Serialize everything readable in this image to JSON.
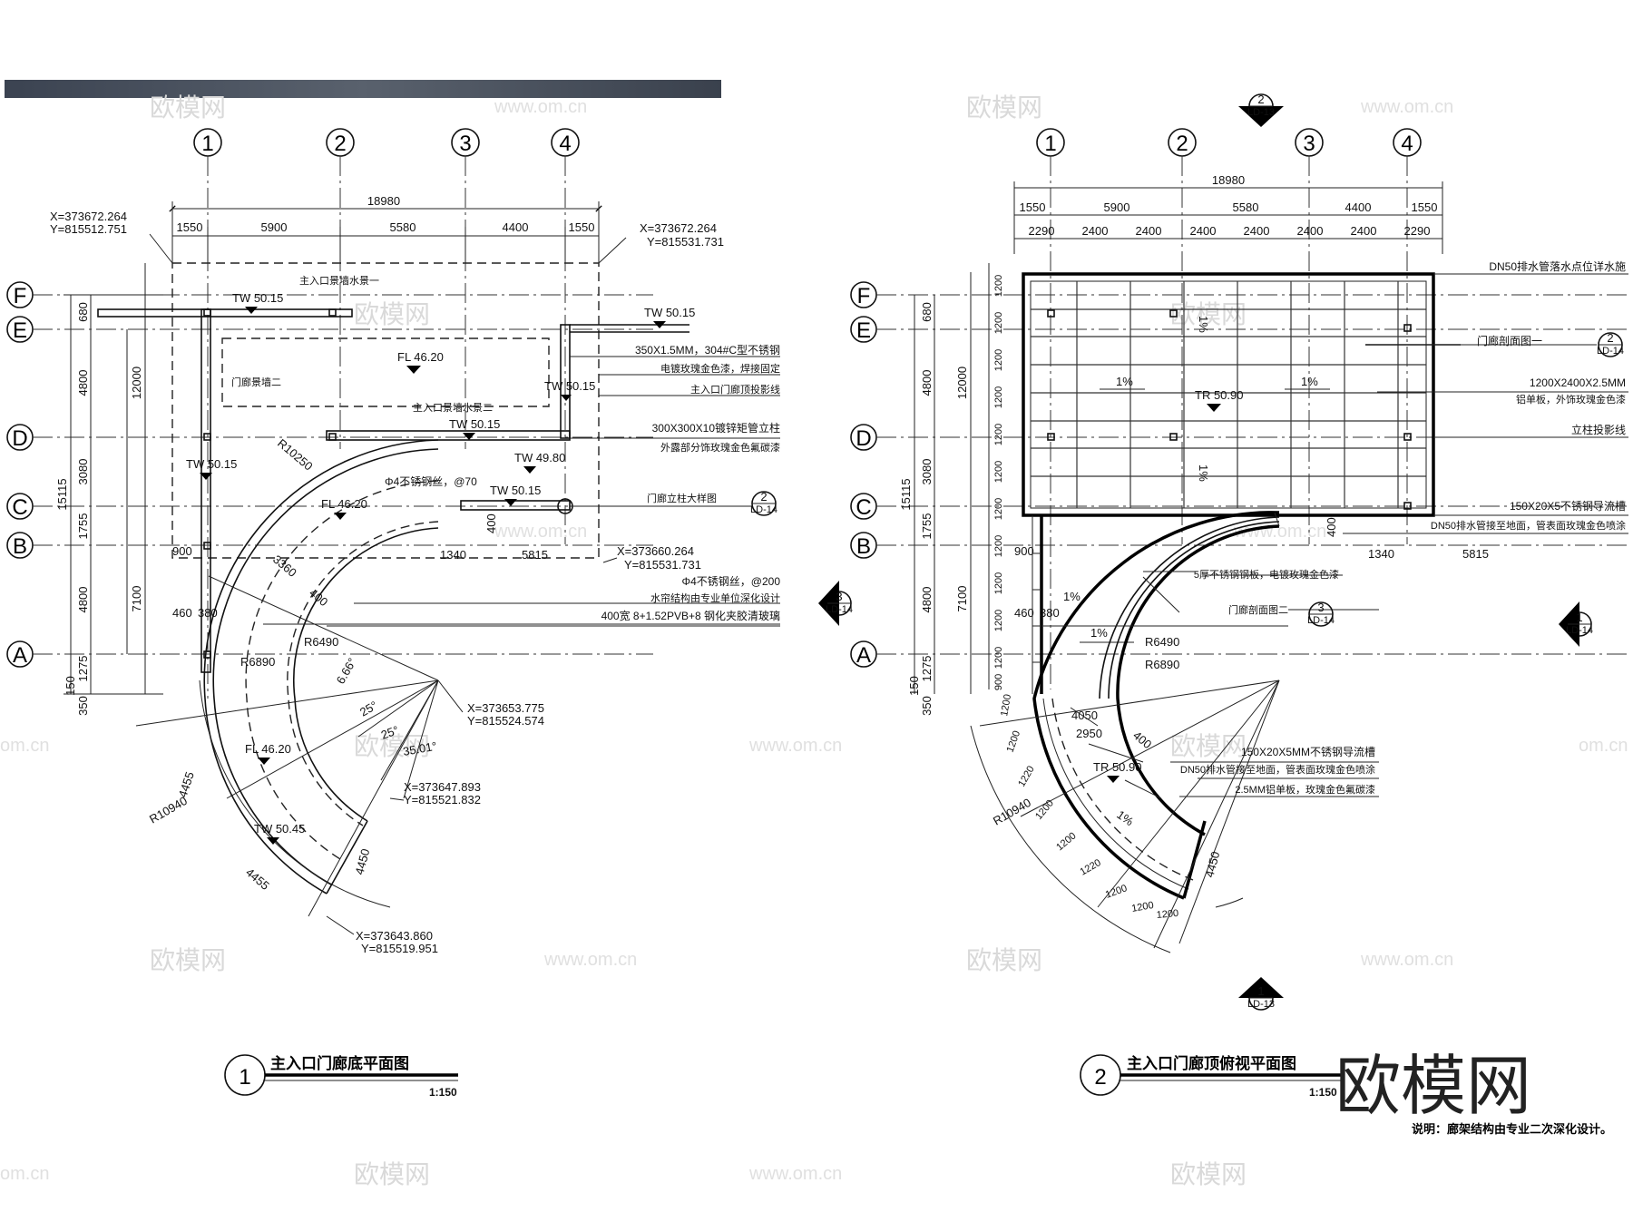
{
  "watermarks": {
    "brand": "欧模网",
    "site": "www.om.cn",
    "site_short": "om.cn"
  },
  "logo": "欧模网",
  "footnote": "说明：廊架结构由专业二次深化设计。",
  "axes": {
    "columns": [
      "1",
      "2",
      "3",
      "4"
    ],
    "rows": [
      "F",
      "E",
      "D",
      "C",
      "B",
      "A"
    ]
  },
  "plan1": {
    "title_number": "1",
    "title": "主入口门廊底平面图",
    "scale": "1:150",
    "dims_top": {
      "overall": "18980",
      "segments": [
        "1550",
        "5900",
        "5580",
        "4400",
        "1550"
      ]
    },
    "dims_left": {
      "outer": "15115",
      "inner": "12000",
      "lower": "7100",
      "segments": [
        "680",
        "4800",
        "3080",
        "1755",
        "4800",
        "1275"
      ],
      "extra": [
        "150",
        "350"
      ]
    },
    "coords": [
      {
        "x": "X=373672.264",
        "y": "Y=815512.751"
      },
      {
        "x": "X=373672.264",
        "y": "Y=815531.731"
      },
      {
        "x": "X=373660.264",
        "y": "Y=815531.731"
      },
      {
        "x": "X=373653.775",
        "y": "Y=815524.574"
      },
      {
        "x": "X=373647.893",
        "y": "Y=815521.832"
      },
      {
        "x": "X=373643.860",
        "y": "Y=815519.951"
      }
    ],
    "levels": [
      "TW 50.15",
      "TW 50.15",
      "FL 46.20",
      "TW 50.15",
      "TW 50.15",
      "TW 50.15",
      "TW 49.80",
      "TW 50.15",
      "FL 46.20",
      "FL 46.20",
      "TW 50.45"
    ],
    "labels": {
      "wall_one": "主入口景墙水景一",
      "wall_two": "门廊景墙二",
      "wall_three": "主入口景墙水景二",
      "r_outer": "R10250",
      "r6890": "R6890",
      "r6490": "R6490",
      "r10940": "R10940",
      "d3360": "3360",
      "d400a": "400",
      "d400b": "400",
      "d900": "900",
      "d460": "460",
      "d380": "380",
      "d1340": "1340",
      "d5815": "5815",
      "d4455a": "4455",
      "d4455b": "4455",
      "d4450": "4450",
      "ang666": "6.66°",
      "ang25a": "25°",
      "ang25b": "25°",
      "ang350": "35.01°",
      "rebar70": "Φ4不锈钢丝，@70"
    },
    "notes": [
      "350X1.5MM，304#C型不锈钢",
      "电镀玫瑰金色漆，焊接固定",
      "主入口门廊顶投影线",
      "300X300X10镀锌矩管立柱",
      "外露部分饰玫瑰金色氟碳漆",
      "门廊立柱大样图",
      "Φ4不锈钢丝，@200",
      "水帘结构由专业单位深化设计",
      "400宽 8+1.52PVB+8  钢化夹胶清玻璃"
    ],
    "callout_detail": {
      "num": "2",
      "sheet": "LD-14"
    }
  },
  "plan2": {
    "title_number": "2",
    "title": "主入口门廊顶俯视平面图",
    "scale": "1:150",
    "dims_top": {
      "overall": "18980",
      "segments": [
        "1550",
        "5900",
        "5580",
        "4400",
        "1550"
      ],
      "panels": [
        "2290",
        "2400",
        "2400",
        "2400",
        "2400",
        "2400",
        "2400",
        "2290"
      ]
    },
    "dims_left": {
      "outer": "15115",
      "inner": "12000",
      "lower": "7100",
      "segments": [
        "680",
        "4800",
        "3080",
        "1755",
        "4800",
        "1275"
      ],
      "extra": [
        "150",
        "350"
      ],
      "panel": "1200",
      "panel_small": "900"
    },
    "levels": [
      "TR 50.90",
      "TR 50.90"
    ],
    "slopes": [
      "1%",
      "1%",
      "1%",
      "1%",
      "1%",
      "1%",
      "1%"
    ],
    "labels": {
      "d1340": "1340",
      "d5815": "5815",
      "d400a": "400",
      "d400b": "400",
      "d900": "900",
      "d460": "460",
      "d380": "380",
      "d4050": "4050",
      "d2950": "2950",
      "r6490": "R6490",
      "r6890": "R6890",
      "r10940": "R10940",
      "d4450": "4450",
      "arc_1220": "1220",
      "arc_1200": "1200"
    },
    "notes": [
      "DN50排水管落水点位详水施",
      "门廊剖面图一",
      "1200X2400X2.5MM",
      "铝单板，外饰玫瑰金色漆",
      "立柱投影线",
      "150X20X5不锈钢导流槽",
      "DN50排水管接至地面，管表面玫瑰金色喷涂",
      "5厚不锈钢钢板，电镀玫瑰金色漆",
      "门廊剖面图二",
      "150X20X5MM不锈钢导流槽",
      "DN50排水管接至地面，管表面玫瑰金色喷涂",
      "2.5MM铝单板，玫瑰金色氟碳漆"
    ],
    "section_marks": [
      {
        "num": "2",
        "sheet": "LD-13"
      },
      {
        "num": "1",
        "sheet": "LD-13"
      },
      {
        "num": "3",
        "sheet": "LD-14"
      },
      {
        "num": "1",
        "sheet": "LD-14"
      },
      {
        "num": "2",
        "sheet": "LD-14"
      },
      {
        "num": "3",
        "sheet": "LD-14"
      }
    ]
  }
}
